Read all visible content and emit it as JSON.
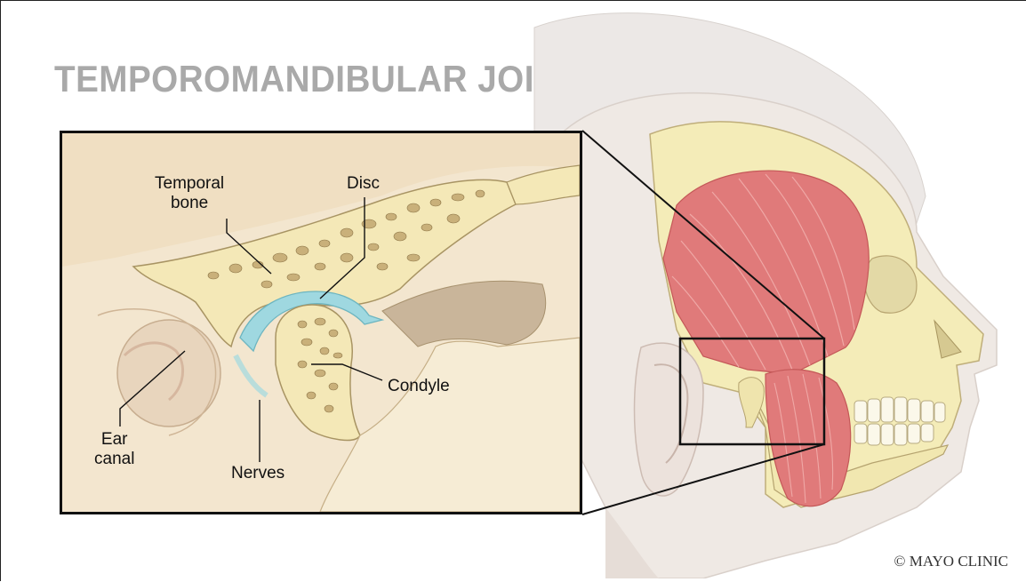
{
  "title": "TEMPOROMANDIBULAR JOINT",
  "credit": "© MAYO CLINIC",
  "labels": {
    "temporal_bone_line1": "Temporal",
    "temporal_bone_line2": "bone",
    "disc": "Disc",
    "condyle": "Condyle",
    "ear_canal_line1": "Ear",
    "ear_canal_line2": "canal",
    "nerves": "Nerves"
  },
  "colors": {
    "title_gray": "#a9a9a9",
    "bone": "#f2e5b8",
    "bone_shadow": "#d8c68e",
    "disc_blue": "#9fd8e0",
    "muscle_red": "#e07a7a",
    "skin": "#efe9e4",
    "inset_bg": "#f3e6cf",
    "frame": "#111111"
  }
}
